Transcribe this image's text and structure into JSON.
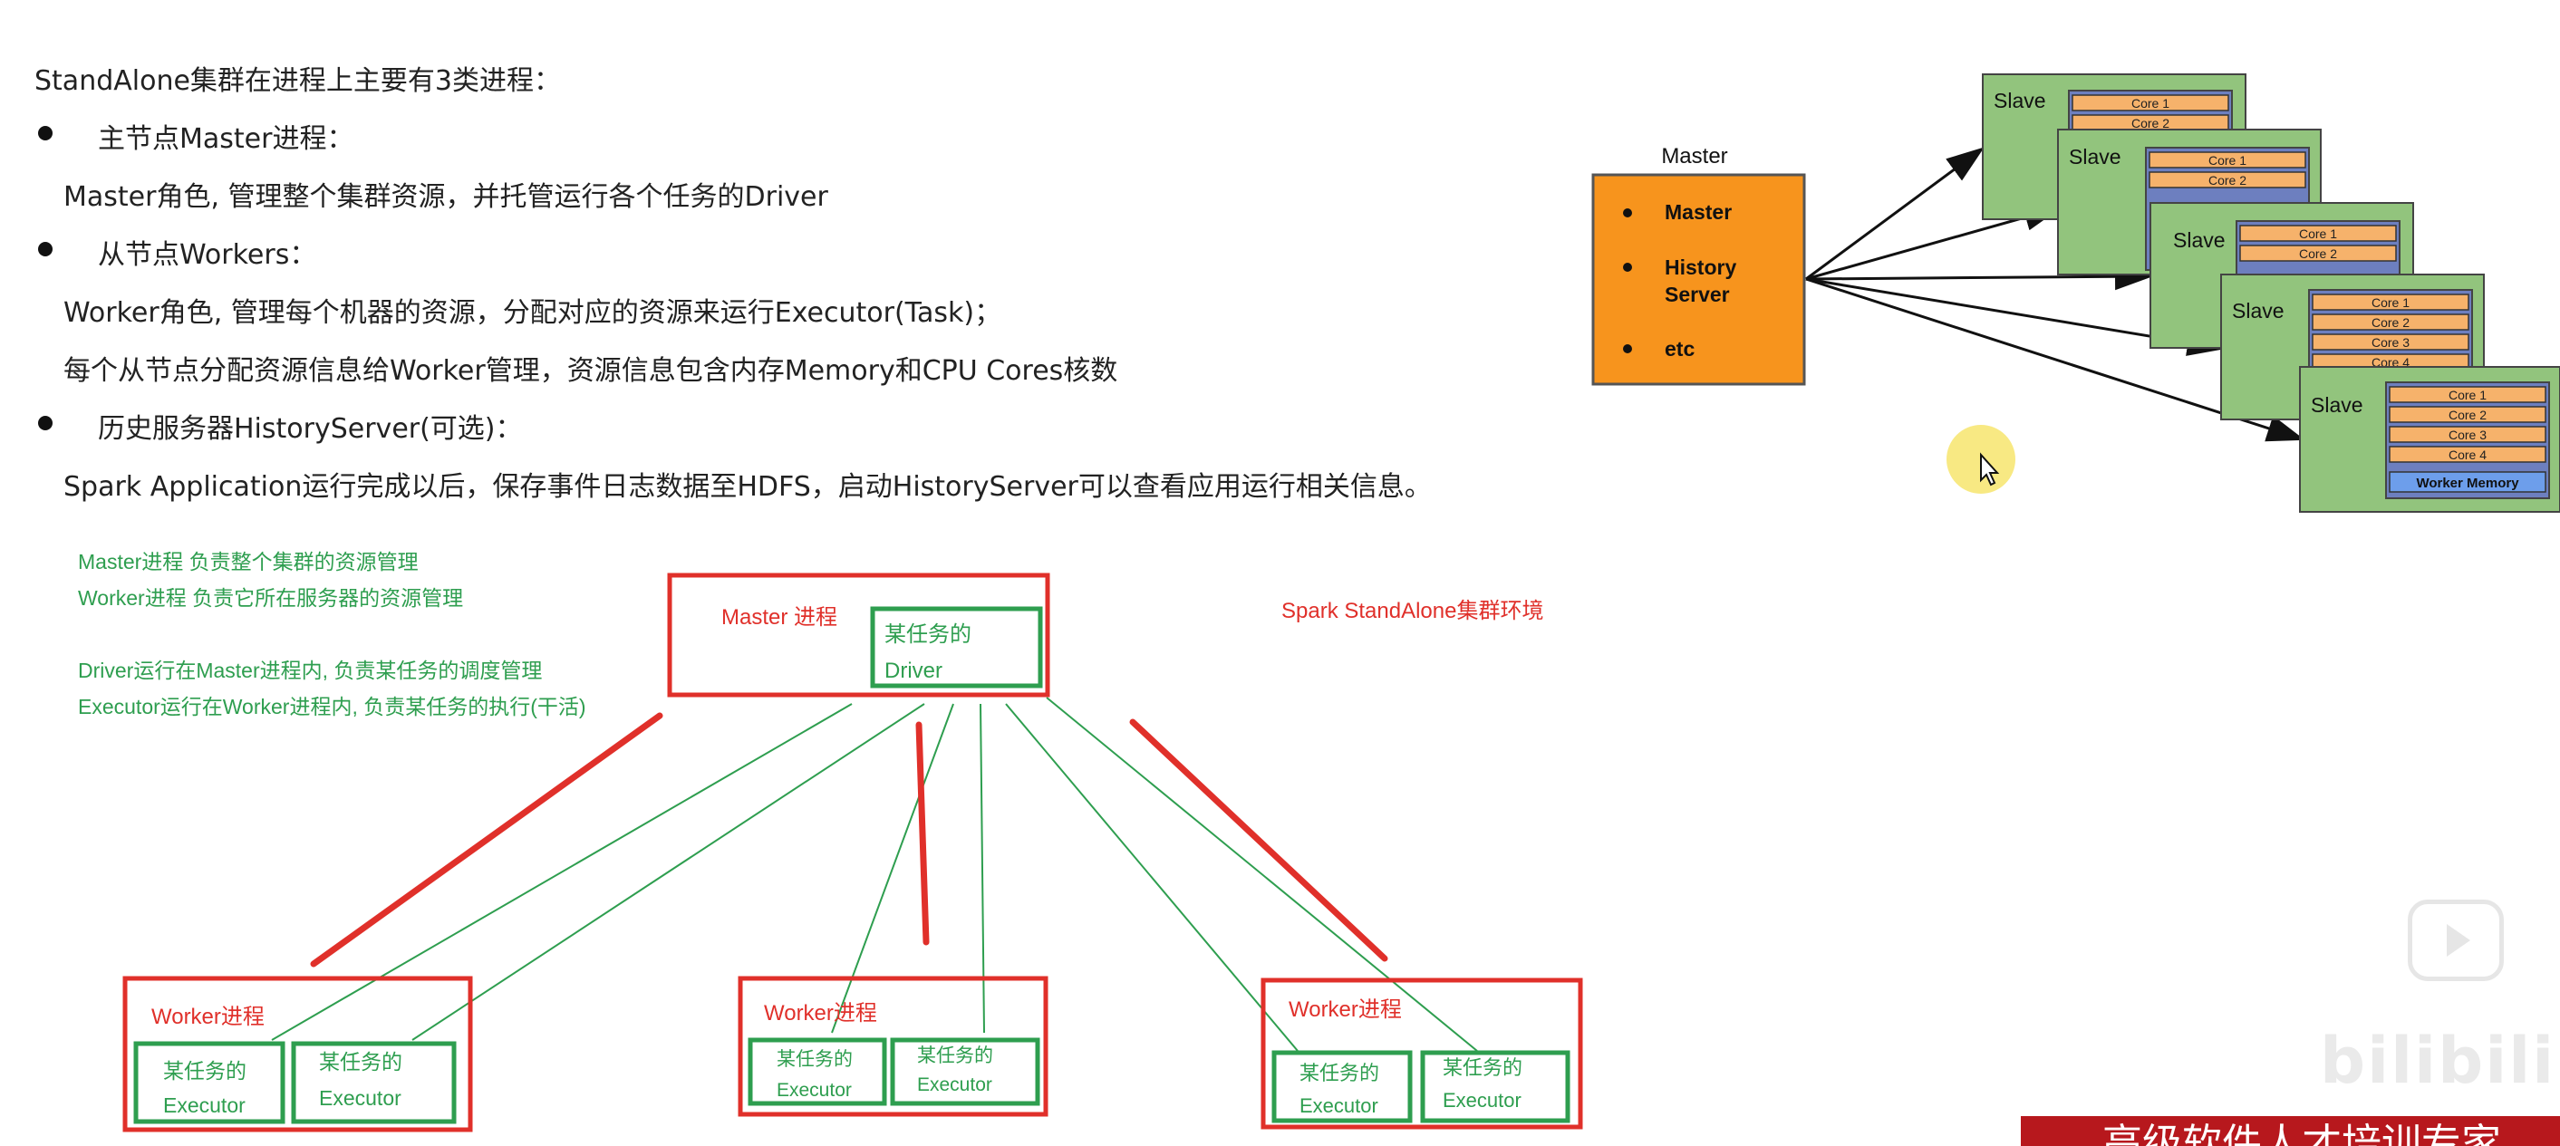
{
  "outline": {
    "intro": "StandAlone集群在进程上主要有3类进程：",
    "item1_title": "主节点Master进程：",
    "item1_line1": "Master角色, 管理整个集群资源，并托管运行各个任务的Driver",
    "item2_title": "从节点Workers：",
    "item2_line1": "Worker角色, 管理每个机器的资源，分配对应的资源来运行Executor(Task)；",
    "item2_line2": "每个从节点分配资源信息给Worker管理，资源信息包含内存Memory和CPU Cores核数",
    "item3_title": "历史服务器HistoryServer(可选)：",
    "item3_line1": "Spark Application运行完成以后，保存事件日志数据至HDFS，启动HistoryServer可以查看应用运行相关信息。"
  },
  "arch_diagram": {
    "master_title": "Master",
    "master_items": [
      "Master",
      "History",
      "Server",
      "etc"
    ],
    "slave_label": "Slave",
    "cores": [
      "Core 1",
      "Core 2",
      "Core 3",
      "Core 4"
    ],
    "worker_memory": "Worker Memory",
    "colors": {
      "master_fill": "#f7941d",
      "slave_fill": "#92c47d",
      "core_fill": "#f6b26b",
      "memory_fill": "#6d9eeb"
    }
  },
  "hand_diagram": {
    "notes": [
      "Master进程 负责整个集群的资源管理",
      "Worker进程 负责它所在服务器的资源管理",
      "Driver运行在Master进程内, 负责某任务的调度管理",
      "Executor运行在Worker进程内, 负责某任务的执行(干活)"
    ],
    "title": "Spark StandAlone集群环境",
    "master_label": "Master 进程",
    "driver_line1": "某任务的",
    "driver_line2": "Driver",
    "worker_label": "Worker进程",
    "executor_line1": "某任务的",
    "executor_line2": "Executor",
    "colors": {
      "red": "#e0302a",
      "green": "#2e9e4f"
    }
  },
  "watermark": {
    "text": "bilibili",
    "banner_text": "高级软件人才培训专家"
  }
}
